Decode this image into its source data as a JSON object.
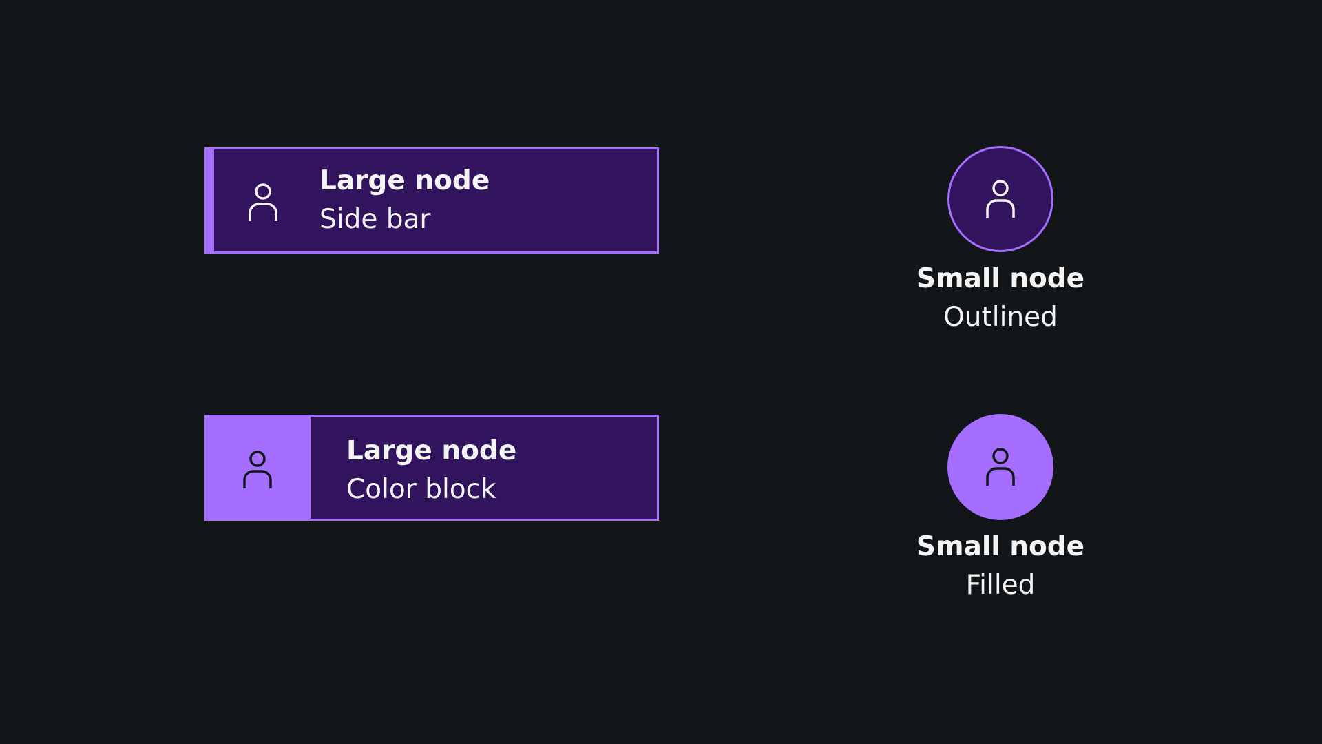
{
  "colors": {
    "background": "#121619",
    "node_fill": "#31135e",
    "accent": "#a56eff",
    "text": "#f4f4f4",
    "icon_dark": "#121619"
  },
  "large_nodes": [
    {
      "title": "Large node",
      "subtitle": "Side bar",
      "icon": "user-icon"
    },
    {
      "title": "Large node",
      "subtitle": "Color block",
      "icon": "user-icon"
    }
  ],
  "small_nodes": [
    {
      "title": "Small node",
      "subtitle": "Outlined",
      "icon": "user-icon"
    },
    {
      "title": "Small node",
      "subtitle": "Filled",
      "icon": "user-icon"
    }
  ]
}
